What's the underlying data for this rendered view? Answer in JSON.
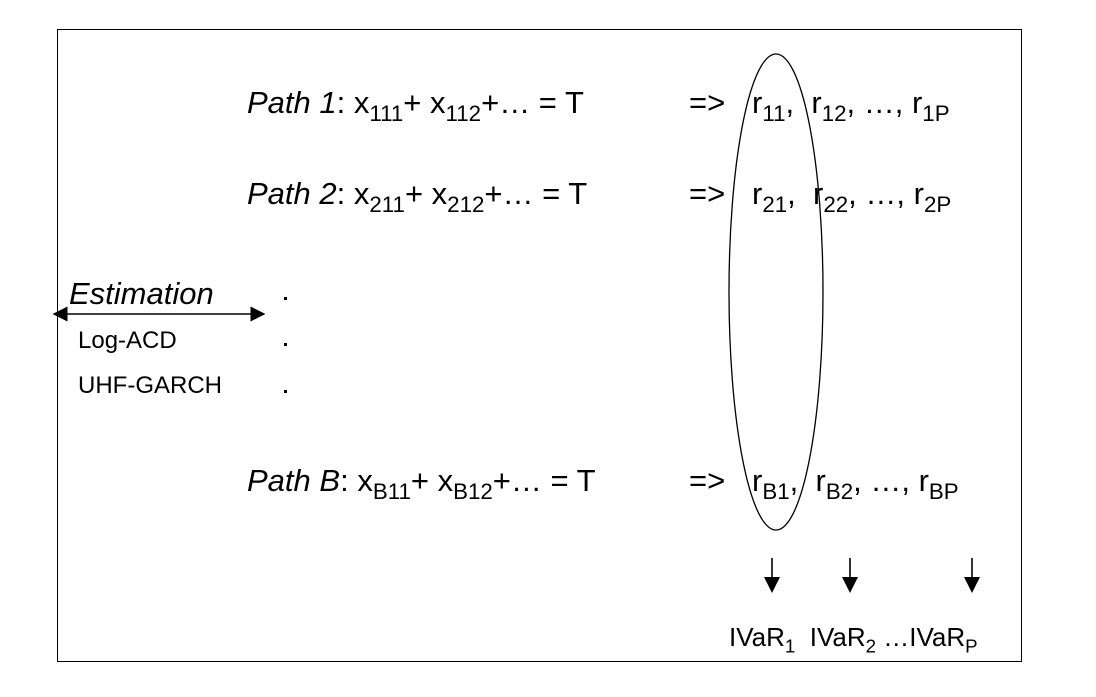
{
  "paths": [
    {
      "label": "Path 1",
      "colon": ":",
      "x1": "x",
      "x1_sub": "111",
      "plus1": "+ ",
      "x2": "x",
      "x2_sub": "112",
      "tail": "+… = T",
      "arrow": "=>",
      "r1": "r",
      "r1_sub": "11",
      "c1": ",",
      "r2": "r",
      "r2_sub": "12",
      "mid": ", …, ",
      "r3": "r",
      "r3_sub": "1P"
    },
    {
      "label": "Path 2",
      "colon": ":",
      "x1": "x",
      "x1_sub": "211",
      "plus1": "+ ",
      "x2": "x",
      "x2_sub": "212",
      "tail": "+… = T",
      "arrow": "=>",
      "r1": "r",
      "r1_sub": "21",
      "c1": ",",
      "r2": "r",
      "r2_sub": "22",
      "mid": ", …, ",
      "r3": "r",
      "r3_sub": "2P"
    },
    {
      "label": "Path B",
      "colon": ":",
      "x1": "x",
      "x1_sub": "B11",
      "plus1": "+ ",
      "x2": "x",
      "x2_sub": "B12",
      "tail": "+… = T",
      "arrow": "=>",
      "r1": "r",
      "r1_sub": "B1",
      "c1": ",",
      "r2": "r",
      "r2_sub": "B2",
      "mid": ", …, ",
      "r3": "r",
      "r3_sub": "BP"
    }
  ],
  "estimation": {
    "title": "Estimation",
    "models": [
      "Log-ACD",
      "UHF-GARCH"
    ]
  },
  "outputs": {
    "o1": "IVaR",
    "o1_sub": "1",
    "o2": "IVaR",
    "o2_sub": "2",
    "sep": " …",
    "o3": "IVaR",
    "o3_sub": "P"
  }
}
